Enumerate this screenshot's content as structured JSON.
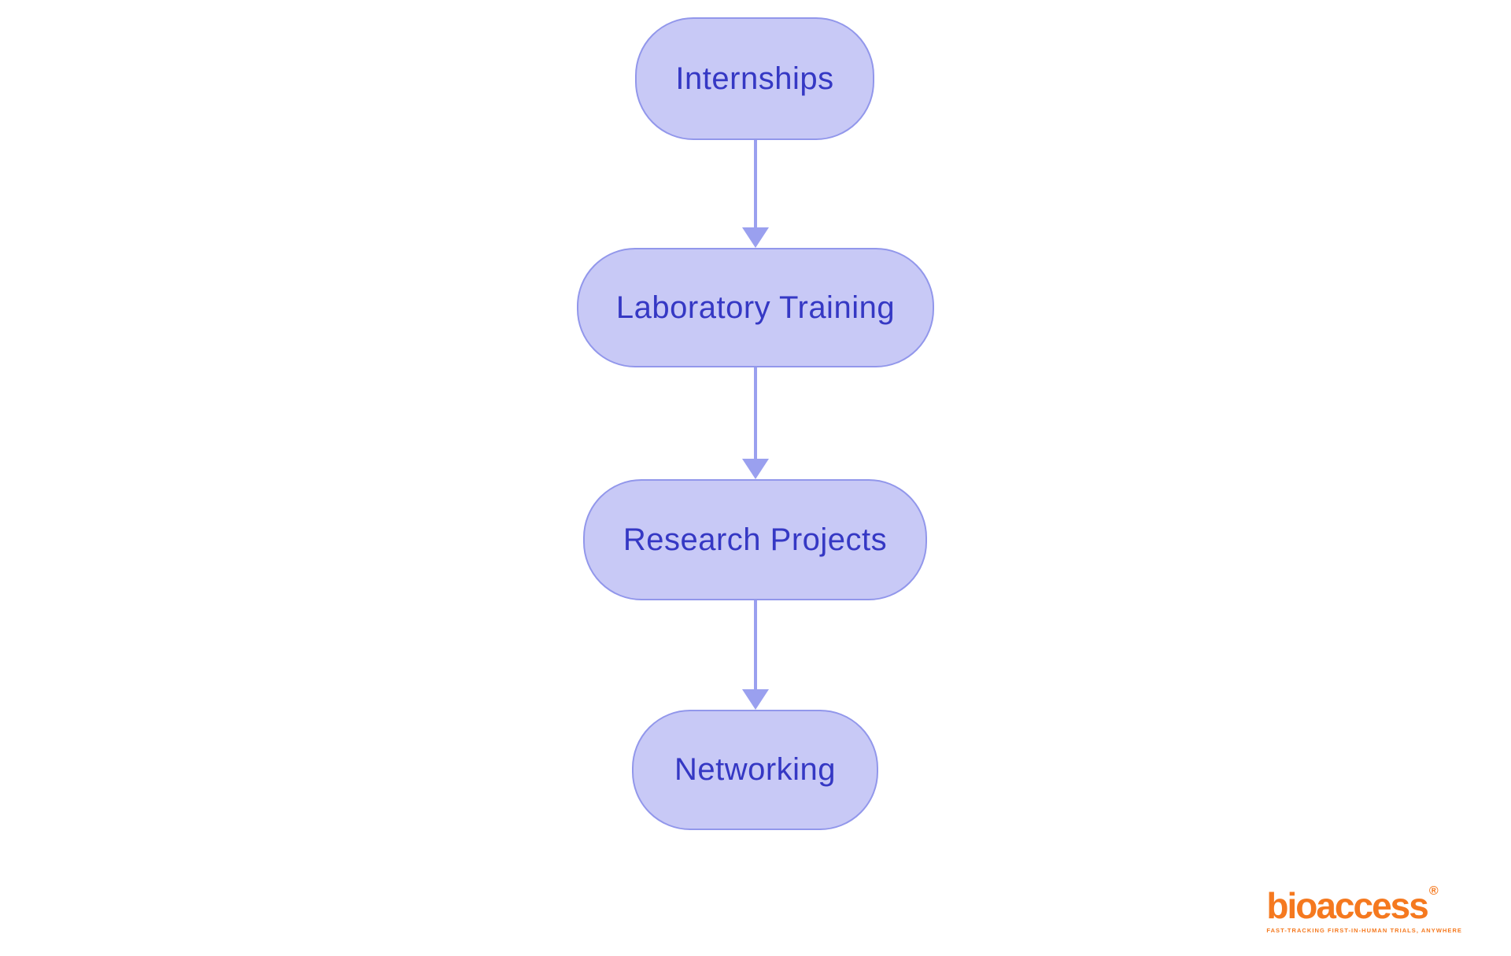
{
  "diagram": {
    "type": "flowchart",
    "direction": "top-down",
    "nodes": [
      {
        "id": "internships",
        "label": "Internships"
      },
      {
        "id": "laboratory-training",
        "label": "Laboratory Training"
      },
      {
        "id": "research-projects",
        "label": "Research Projects"
      },
      {
        "id": "networking",
        "label": "Networking"
      }
    ],
    "connections": [
      {
        "from": "Internships",
        "to": "Laboratory Training"
      },
      {
        "from": "Laboratory Training",
        "to": "Research Projects"
      },
      {
        "from": "Research Projects",
        "to": "Networking"
      }
    ]
  },
  "branding": {
    "logo_text": "bioaccess",
    "registered_mark": "®",
    "tagline": "FAST-TRACKING FIRST-IN-HUMAN TRIALS, ANYWHERE"
  },
  "colors": {
    "node_fill": "#C8C9F6",
    "node_border": "#9297EB",
    "node_text": "#3538C4",
    "arrow": "#9AA0EF",
    "logo_orange": "#F5791F",
    "background": "#FFFFFF"
  }
}
